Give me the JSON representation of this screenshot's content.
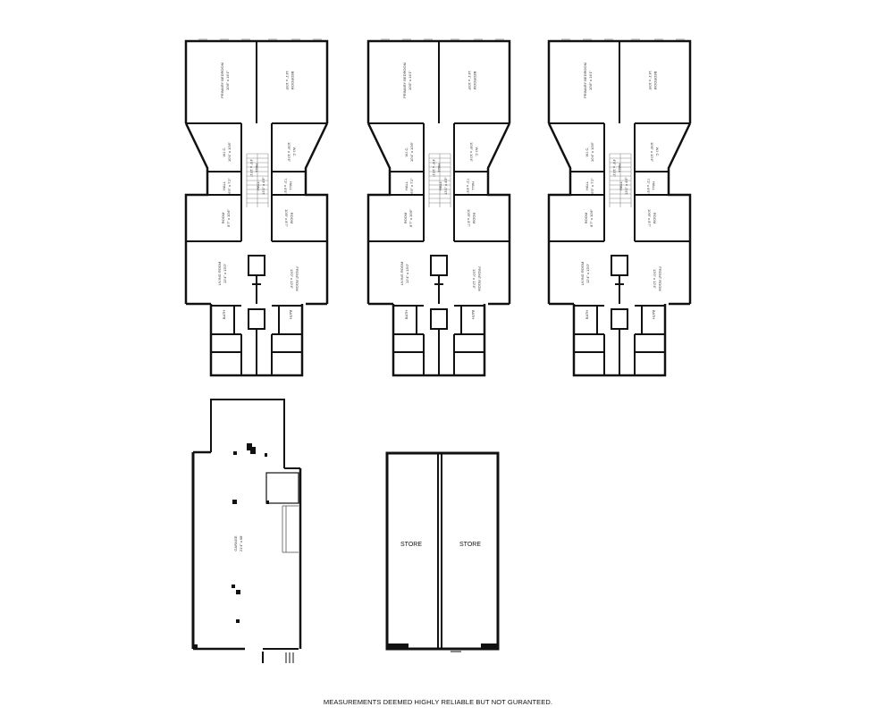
{
  "floor_plan": {
    "units": [
      {
        "rooms": {
          "primary_bedroom": [
            "PRIMARY BEDROOM",
            "10'8\" x 14'1\""
          ],
          "bedroom_left": [
            "BEDROOM",
            "14'1\" x 10'8\""
          ],
          "wic_left": [
            "W.I.C.",
            "10'4\" x 10'8\""
          ],
          "wic_right": [
            "W.I.C.",
            "10'8\" x 10'4\""
          ],
          "hall_a": [
            "HALL",
            "6'5\" x 7'2\""
          ],
          "hall_b": [
            "HALL",
            "13'1\" x 4'9\""
          ],
          "hall_c": [
            "HALL",
            "4'9\" x 13'1\""
          ],
          "hall_d": [
            "HALL",
            "7'2\" x 6'5\""
          ],
          "room_left": [
            "ROOM",
            "8'7\" x 10'8\""
          ],
          "room_right": [
            "ROOM",
            "10'8\" x 8'7\""
          ],
          "living_room": [
            "LIVING ROOM",
            "12'4\" x 13'0\""
          ],
          "front_room": [
            "FRONT ROOM",
            "13'0\" x 12'4\""
          ],
          "bath_left": "BATH",
          "bath_right": "BATH"
        }
      },
      {
        "rooms": {
          "primary_bedroom": [
            "PRIMARY BEDROOM",
            "10'8\" x 14'1\""
          ],
          "bedroom_left": [
            "BEDROOM",
            "14'1\" x 10'8\""
          ],
          "wic_left": [
            "W.I.C.",
            "10'4\" x 10'8\""
          ],
          "wic_right": [
            "W.I.C.",
            "10'8\" x 10'4\""
          ],
          "hall_a": [
            "HALL",
            "6'5\" x 7'2\""
          ],
          "hall_b": [
            "HALL",
            "13'1\" x 4'9\""
          ],
          "hall_c": [
            "HALL",
            "4'9\" x 13'1\""
          ],
          "hall_d": [
            "HALL",
            "7'2\" x 6'5\""
          ],
          "room_left": [
            "ROOM",
            "8'7\" x 10'8\""
          ],
          "room_right": [
            "ROOM",
            "10'8\" x 8'7\""
          ],
          "living_room": [
            "LIVING ROOM",
            "12'4\" x 13'0\""
          ],
          "front_room": [
            "FRONT ROOM",
            "13'0\" x 12'4\""
          ],
          "bath_left": "BATH",
          "bath_right": "BATH"
        }
      },
      {
        "rooms": {
          "primary_bedroom": [
            "PRIMARY BEDROOM",
            "10'8\" x 14'1\""
          ],
          "bedroom_left": [
            "BEDROOM",
            "14'1\" x 10'8\""
          ],
          "wic_left": [
            "W.I.C.",
            "10'4\" x 10'8\""
          ],
          "wic_right": [
            "W.I.C.",
            "10'8\" x 10'4\""
          ],
          "hall_a": [
            "HALL",
            "6'5\" x 7'2\""
          ],
          "hall_b": [
            "HALL",
            "13'1\" x 4'9\""
          ],
          "hall_c": [
            "HALL",
            "4'9\" x 13'1\""
          ],
          "hall_d": [
            "HALL",
            "7'2\" x 6'5\""
          ],
          "room_left": [
            "ROOM",
            "8'7\" x 10'8\""
          ],
          "room_right": [
            "ROOM",
            "10'8\" x 8'7\""
          ],
          "living_room": [
            "LIVING ROOM",
            "12'4\" x 13'0\""
          ],
          "front_room": [
            "FRONT ROOM",
            "13'0\" x 12'4\""
          ],
          "bath_left": "BATH",
          "bath_right": "BATH"
        }
      }
    ],
    "basement": {
      "label": "GARAGE",
      "dims": "21'4\" x 68'"
    },
    "stores": [
      "STORE",
      "STORE"
    ],
    "disclaimer": "MEASUREMENTS DEEMED HIGHLY RELIABLE BUT NOT GURANTEED."
  }
}
